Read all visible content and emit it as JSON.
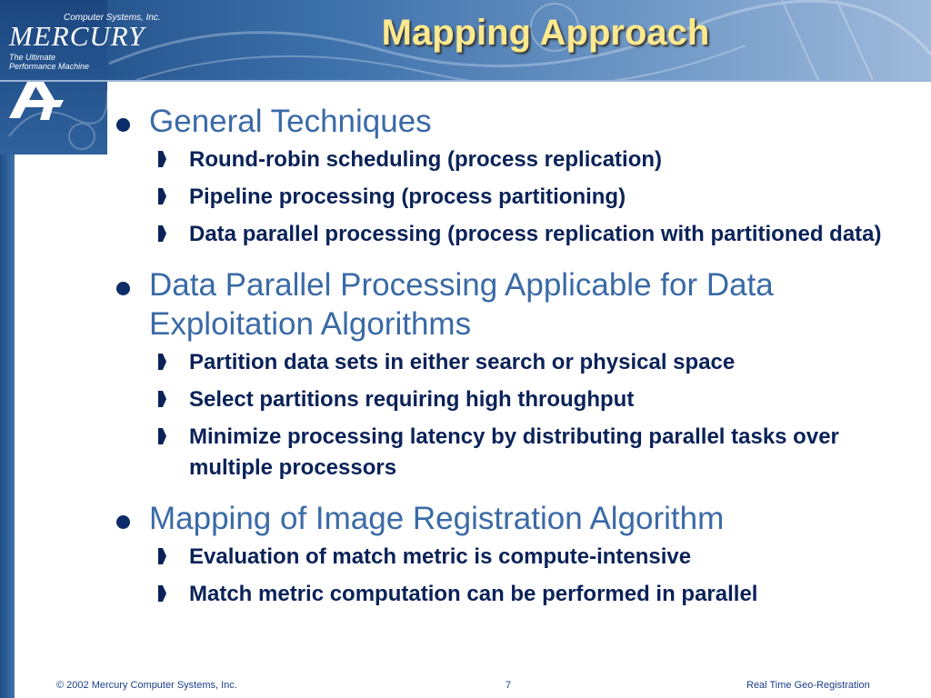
{
  "header": {
    "brand_top": "Computer Systems, Inc.",
    "brand_name": "MERCURY",
    "brand_tag1": "The Ultimate",
    "brand_tag2": "Performance Machine",
    "title": "Mapping Approach"
  },
  "sections": [
    {
      "heading": "General Techniques",
      "items": [
        "Round-robin scheduling (process replication)",
        "Pipeline processing (process partitioning)",
        "Data parallel processing (process replication with partitioned data)"
      ]
    },
    {
      "heading": "Data Parallel Processing Applicable for Data Exploitation Algorithms",
      "items": [
        "Partition data sets in either search or physical space",
        "Select partitions requiring high throughput",
        "Minimize processing latency by distributing parallel tasks over multiple processors"
      ]
    },
    {
      "heading": "Mapping of Image Registration Algorithm",
      "items": [
        "Evaluation of match metric is compute-intensive",
        "Match metric computation can be performed in parallel"
      ]
    }
  ],
  "footer": {
    "copyright": "© 2002 Mercury Computer Systems, Inc.",
    "page_number": "7",
    "right_text": "Real Time Geo-Registration"
  },
  "colors": {
    "title": "#ffe98e",
    "heading": "#3a6aa6",
    "subitem": "#0a2258",
    "banner": "#2e619c"
  }
}
